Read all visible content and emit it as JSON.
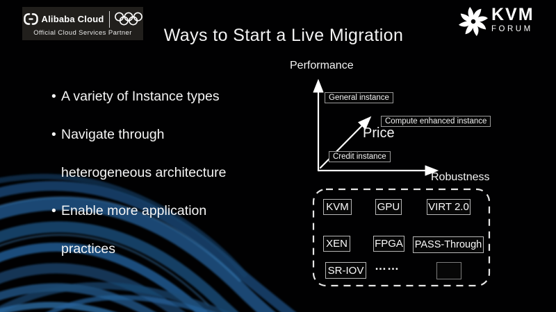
{
  "title": "Ways to Start a Live Migration",
  "branding": {
    "alibaba": {
      "name": "Alibaba Cloud",
      "tagline": "Official Cloud Services Partner",
      "icon": "alibaba-cloud-bracket-icon",
      "rings_icon": "olympic-rings-icon"
    },
    "kvm": {
      "title": "KVM",
      "subtitle": "FORUM",
      "icon": "kvm-pinwheel-icon"
    }
  },
  "bullets": [
    {
      "lines": [
        "A variety of Instance types"
      ]
    },
    {
      "lines": [
        "Navigate through",
        "heterogeneous architecture"
      ]
    },
    {
      "lines": [
        "Enable more application",
        "practices"
      ]
    }
  ],
  "diagram": {
    "y_axis_label": "Performance",
    "x_axis_label": "Robustness",
    "diagonal_arrow_label": "Price",
    "boxes": [
      {
        "label": "General instance"
      },
      {
        "label": "Compute enhanced instance"
      },
      {
        "label": "Credit instance"
      }
    ]
  },
  "tech_grid": {
    "items": [
      "KVM",
      "GPU",
      "VIRT 2.0",
      "XEN",
      "FPGA",
      "PASS-Through",
      "SR-IOV",
      "……",
      ""
    ]
  },
  "colors": {
    "background": "#000000",
    "text": "#f2f2f2",
    "badge_background": "#211f1c",
    "box_border": "#b8b8b8",
    "instance_box_border": "#9b9b9b",
    "dashed_border": "#e6e6e6",
    "brush_blue_dark": "#13375a",
    "brush_blue": "#1f5584",
    "brush_blue_light": "#3b80bd"
  }
}
